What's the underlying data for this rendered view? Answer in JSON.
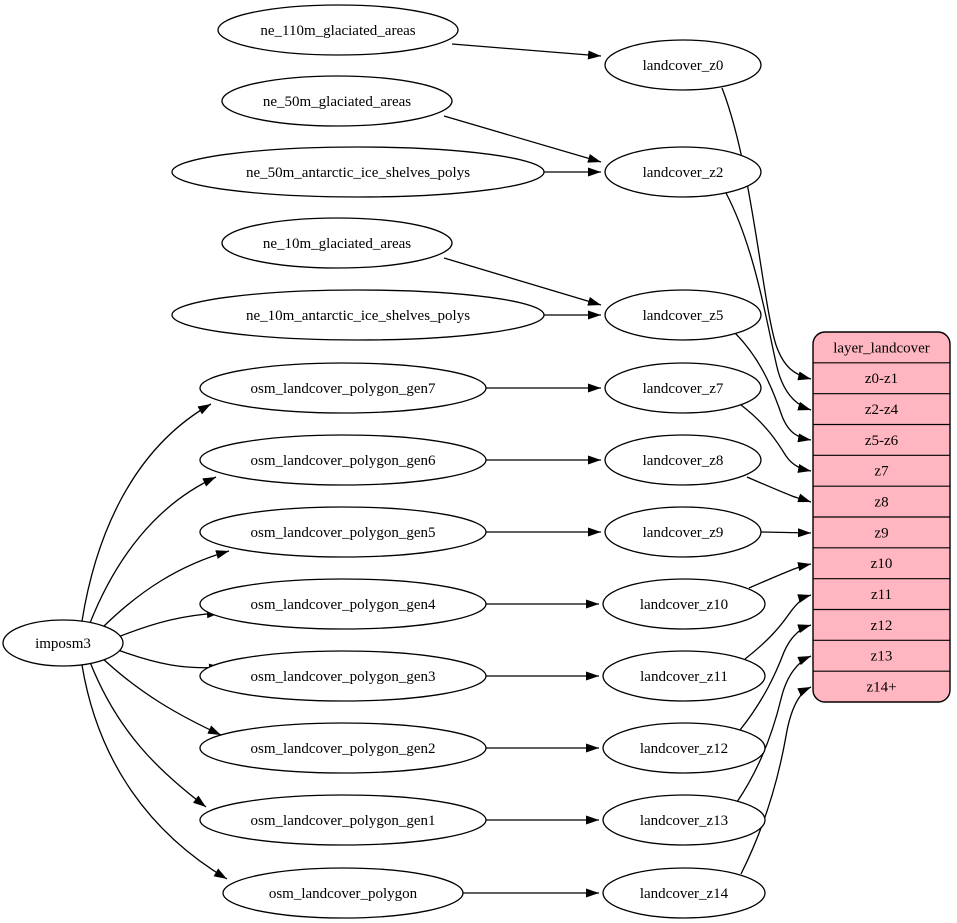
{
  "diagram": {
    "kind": "directed-graph",
    "colors": {
      "background": "#ffffff",
      "node_fill": "#ffffff",
      "stroke": "#000000",
      "table_fill": "#ffb6c1"
    },
    "nodes": [
      {
        "id": "imposm3",
        "label": "imposm3"
      },
      {
        "id": "ne_110m_glaciated_areas",
        "label": "ne_110m_glaciated_areas"
      },
      {
        "id": "ne_50m_glaciated_areas",
        "label": "ne_50m_glaciated_areas"
      },
      {
        "id": "ne_50m_antarctic_ice_shelves_polys",
        "label": "ne_50m_antarctic_ice_shelves_polys"
      },
      {
        "id": "ne_10m_glaciated_areas",
        "label": "ne_10m_glaciated_areas"
      },
      {
        "id": "ne_10m_antarctic_ice_shelves_polys",
        "label": "ne_10m_antarctic_ice_shelves_polys"
      },
      {
        "id": "osm_landcover_polygon_gen7",
        "label": "osm_landcover_polygon_gen7"
      },
      {
        "id": "osm_landcover_polygon_gen6",
        "label": "osm_landcover_polygon_gen6"
      },
      {
        "id": "osm_landcover_polygon_gen5",
        "label": "osm_landcover_polygon_gen5"
      },
      {
        "id": "osm_landcover_polygon_gen4",
        "label": "osm_landcover_polygon_gen4"
      },
      {
        "id": "osm_landcover_polygon_gen3",
        "label": "osm_landcover_polygon_gen3"
      },
      {
        "id": "osm_landcover_polygon_gen2",
        "label": "osm_landcover_polygon_gen2"
      },
      {
        "id": "osm_landcover_polygon_gen1",
        "label": "osm_landcover_polygon_gen1"
      },
      {
        "id": "osm_landcover_polygon",
        "label": "osm_landcover_polygon"
      },
      {
        "id": "landcover_z0",
        "label": "landcover_z0"
      },
      {
        "id": "landcover_z2",
        "label": "landcover_z2"
      },
      {
        "id": "landcover_z5",
        "label": "landcover_z5"
      },
      {
        "id": "landcover_z7",
        "label": "landcover_z7"
      },
      {
        "id": "landcover_z8",
        "label": "landcover_z8"
      },
      {
        "id": "landcover_z9",
        "label": "landcover_z9"
      },
      {
        "id": "landcover_z10",
        "label": "landcover_z10"
      },
      {
        "id": "landcover_z11",
        "label": "landcover_z11"
      },
      {
        "id": "landcover_z12",
        "label": "landcover_z12"
      },
      {
        "id": "landcover_z13",
        "label": "landcover_z13"
      },
      {
        "id": "landcover_z14",
        "label": "landcover_z14"
      }
    ],
    "table": {
      "id": "layer_landcover",
      "header": "layer_landcover",
      "rows": [
        "z0-z1",
        "z2-z4",
        "z5-z6",
        "z7",
        "z8",
        "z9",
        "z10",
        "z11",
        "z12",
        "z13",
        "z14+"
      ]
    },
    "edges": [
      {
        "from": "ne_110m_glaciated_areas",
        "to": "landcover_z0"
      },
      {
        "from": "ne_50m_glaciated_areas",
        "to": "landcover_z2"
      },
      {
        "from": "ne_50m_antarctic_ice_shelves_polys",
        "to": "landcover_z2"
      },
      {
        "from": "ne_10m_glaciated_areas",
        "to": "landcover_z5"
      },
      {
        "from": "ne_10m_antarctic_ice_shelves_polys",
        "to": "landcover_z5"
      },
      {
        "from": "osm_landcover_polygon_gen7",
        "to": "landcover_z7"
      },
      {
        "from": "osm_landcover_polygon_gen6",
        "to": "landcover_z8"
      },
      {
        "from": "osm_landcover_polygon_gen5",
        "to": "landcover_z9"
      },
      {
        "from": "osm_landcover_polygon_gen4",
        "to": "landcover_z10"
      },
      {
        "from": "osm_landcover_polygon_gen3",
        "to": "landcover_z11"
      },
      {
        "from": "osm_landcover_polygon_gen2",
        "to": "landcover_z12"
      },
      {
        "from": "osm_landcover_polygon_gen1",
        "to": "landcover_z13"
      },
      {
        "from": "osm_landcover_polygon",
        "to": "landcover_z14"
      },
      {
        "from": "imposm3",
        "to": "osm_landcover_polygon_gen7"
      },
      {
        "from": "imposm3",
        "to": "osm_landcover_polygon_gen6"
      },
      {
        "from": "imposm3",
        "to": "osm_landcover_polygon_gen5"
      },
      {
        "from": "imposm3",
        "to": "osm_landcover_polygon_gen4"
      },
      {
        "from": "imposm3",
        "to": "osm_landcover_polygon_gen3"
      },
      {
        "from": "imposm3",
        "to": "osm_landcover_polygon_gen2"
      },
      {
        "from": "imposm3",
        "to": "osm_landcover_polygon_gen1"
      },
      {
        "from": "imposm3",
        "to": "osm_landcover_polygon"
      },
      {
        "from": "landcover_z0",
        "to": "layer_landcover:z0-z1"
      },
      {
        "from": "landcover_z2",
        "to": "layer_landcover:z2-z4"
      },
      {
        "from": "landcover_z5",
        "to": "layer_landcover:z5-z6"
      },
      {
        "from": "landcover_z7",
        "to": "layer_landcover:z7"
      },
      {
        "from": "landcover_z8",
        "to": "layer_landcover:z8"
      },
      {
        "from": "landcover_z9",
        "to": "layer_landcover:z9"
      },
      {
        "from": "landcover_z10",
        "to": "layer_landcover:z10"
      },
      {
        "from": "landcover_z11",
        "to": "layer_landcover:z11"
      },
      {
        "from": "landcover_z12",
        "to": "layer_landcover:z12"
      },
      {
        "from": "landcover_z13",
        "to": "layer_landcover:z13"
      },
      {
        "from": "landcover_z14",
        "to": "layer_landcover:z14+"
      }
    ]
  }
}
